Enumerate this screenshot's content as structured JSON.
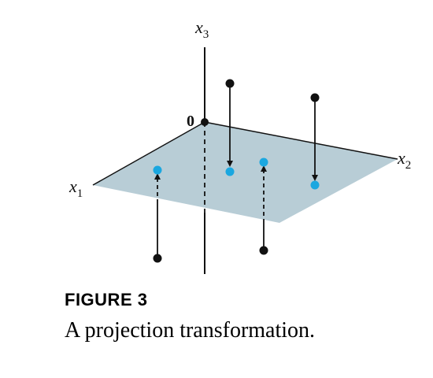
{
  "figure": {
    "axes": {
      "x1": {
        "base": "x",
        "sub": "1"
      },
      "x2": {
        "base": "x",
        "sub": "2"
      },
      "x3": {
        "base": "x",
        "sub": "3"
      }
    },
    "origin_label": "0",
    "colors": {
      "plane": "#b8cdd6",
      "projected_point": "#1aa7e0",
      "original_point": "#111111",
      "line": "#111111"
    }
  },
  "caption": {
    "label": "FIGURE 3",
    "text": "A projection transformation."
  }
}
